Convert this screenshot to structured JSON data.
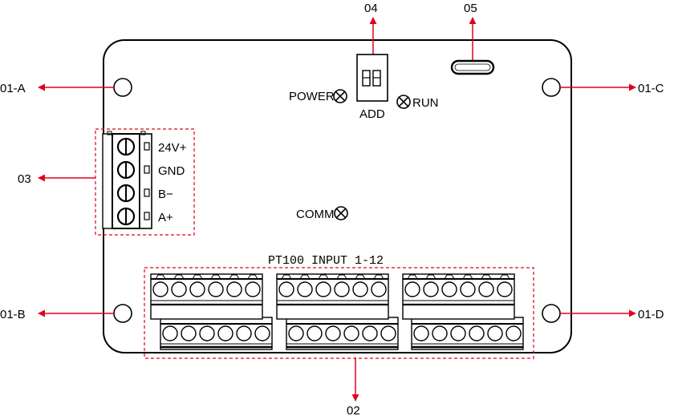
{
  "diagram": {
    "title": "PT100 12-channel temperature module layout",
    "accent_color": "#e0001b",
    "callouts": {
      "mount_a": "01-A",
      "mount_b": "01-B",
      "mount_c": "01-C",
      "mount_d": "01-D",
      "pt100_block": "02",
      "power_terminal": "03",
      "dip_switch": "04",
      "usb_port": "05"
    },
    "power_terminal_labels": [
      "24V+",
      "GND",
      "B−",
      "A+"
    ],
    "indicators": {
      "power": "POWER",
      "run": "RUN",
      "comm": "COMM"
    },
    "dip_label": "ADD",
    "pt100_label": "PT100  INPUT   1-12"
  }
}
